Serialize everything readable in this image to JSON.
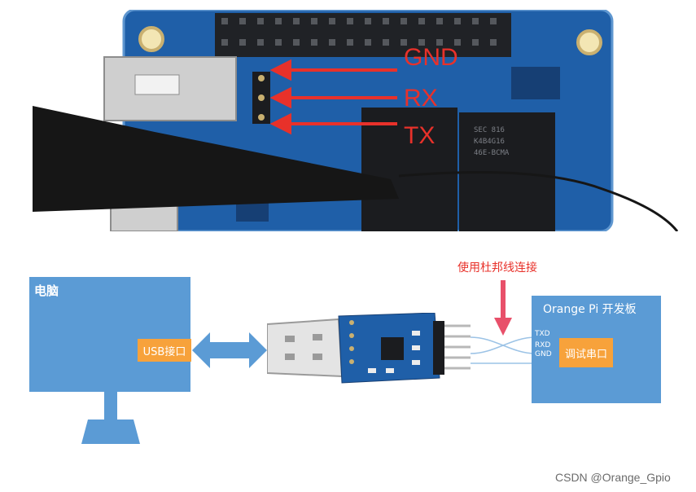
{
  "photo": {
    "labels": {
      "gnd": "GND",
      "rx": "RX",
      "tx": "TX"
    }
  },
  "diagram": {
    "pc": {
      "title": "电脑",
      "usb_port": "USB接口"
    },
    "connect_note": "使用杜邦线连接",
    "board": {
      "title": "Orange Pi 开发板",
      "debug_port": "调试串口",
      "pins": [
        "TXD",
        "RXD",
        "GND"
      ]
    }
  },
  "watermark": "CSDN @Orange_Gpio",
  "colors": {
    "blue_box": "#5b9bd5",
    "orange": "#f7a23b",
    "red_label": "#e8312a",
    "arrow_pink": "#e8506a",
    "pcb_blue": "#1f5fa8"
  }
}
